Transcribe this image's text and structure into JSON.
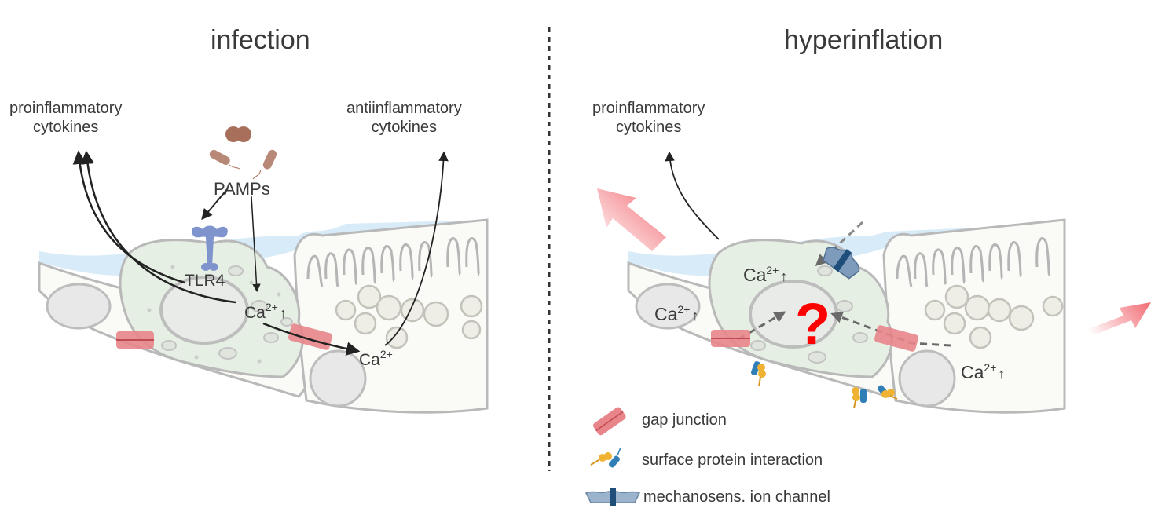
{
  "panels": {
    "left": {
      "title": "infection",
      "labels": {
        "proinflammatory_line1": "proinflammatory",
        "proinflammatory_line2": "cytokines",
        "antiinflammatory_line1": "antiinflammatory",
        "antiinflammatory_line2": "cytokines",
        "pamps": "PAMPs",
        "tlr4": "TLR4",
        "ca_in_base": "Ca",
        "ca_in_sup": "2+",
        "ca_out_base": "Ca",
        "ca_out_sup": "2+",
        "up_arrow": "↑"
      }
    },
    "right": {
      "title": "hyperinflation",
      "labels": {
        "proinflammatory_line1": "proinflammatory",
        "proinflammatory_line2": "cytokines",
        "ca_top_base": "Ca",
        "ca_top_sup": "2+",
        "ca_left_base": "Ca",
        "ca_left_sup": "2+",
        "ca_right_base": "Ca",
        "ca_right_sup": "2+",
        "up_arrow": "↑",
        "question": "?"
      }
    }
  },
  "legend": [
    {
      "icon": "gap-junction-icon",
      "label": "gap junction"
    },
    {
      "icon": "surface-protein-icon",
      "label": "surface protein interaction"
    },
    {
      "icon": "mechanosensitive-channel-icon",
      "label": "mechanosens. ion channel"
    }
  ],
  "colors": {
    "cell_fill": "#e6efe3",
    "epithelium_fill": "#fafaf7",
    "surfactant": "#d8ebf8",
    "outline": "#b9b9b9",
    "gap_junction": "#e8858a",
    "tlr4": "#7f93cc",
    "bacteria": "#a86f5b",
    "question": "#ff0000",
    "stretch_arrow": "#f26a72"
  }
}
